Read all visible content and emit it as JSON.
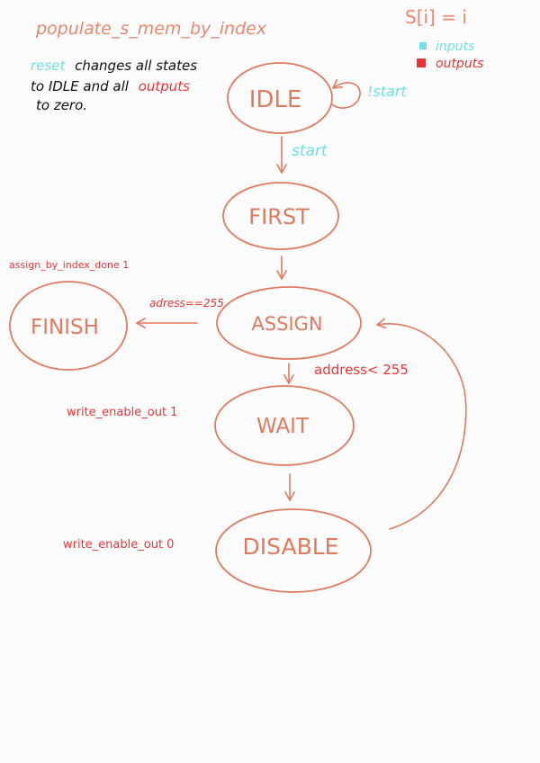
{
  "title": "populate_s_mem_by_index",
  "state_index": "S[i] = i",
  "legend": {
    "inputs_label": "inputs",
    "outputs_label": "outputs",
    "inputs_color": "#6fe0e6",
    "outputs_color": "#e83434"
  },
  "note": {
    "reset_word": "reset",
    "line1_rest": "changes all states",
    "line2_prefix": "to IDLE and all",
    "outputs_word": "outputs",
    "line3": "to zero."
  },
  "states": {
    "idle": "IDLE",
    "first": "FIRST",
    "assign": "ASSIGN",
    "finish": "FINISH",
    "wait": "WAIT",
    "disable": "DISABLE"
  },
  "transitions": {
    "idle_self": "!start",
    "idle_to_first": "start",
    "assign_to_finish": "adress==255",
    "assign_to_wait": "address< 255"
  },
  "outputs": {
    "finish": "assign_by_index_done 1",
    "wait": "write_enable_out 1",
    "disable": "write_enable_out 0"
  }
}
